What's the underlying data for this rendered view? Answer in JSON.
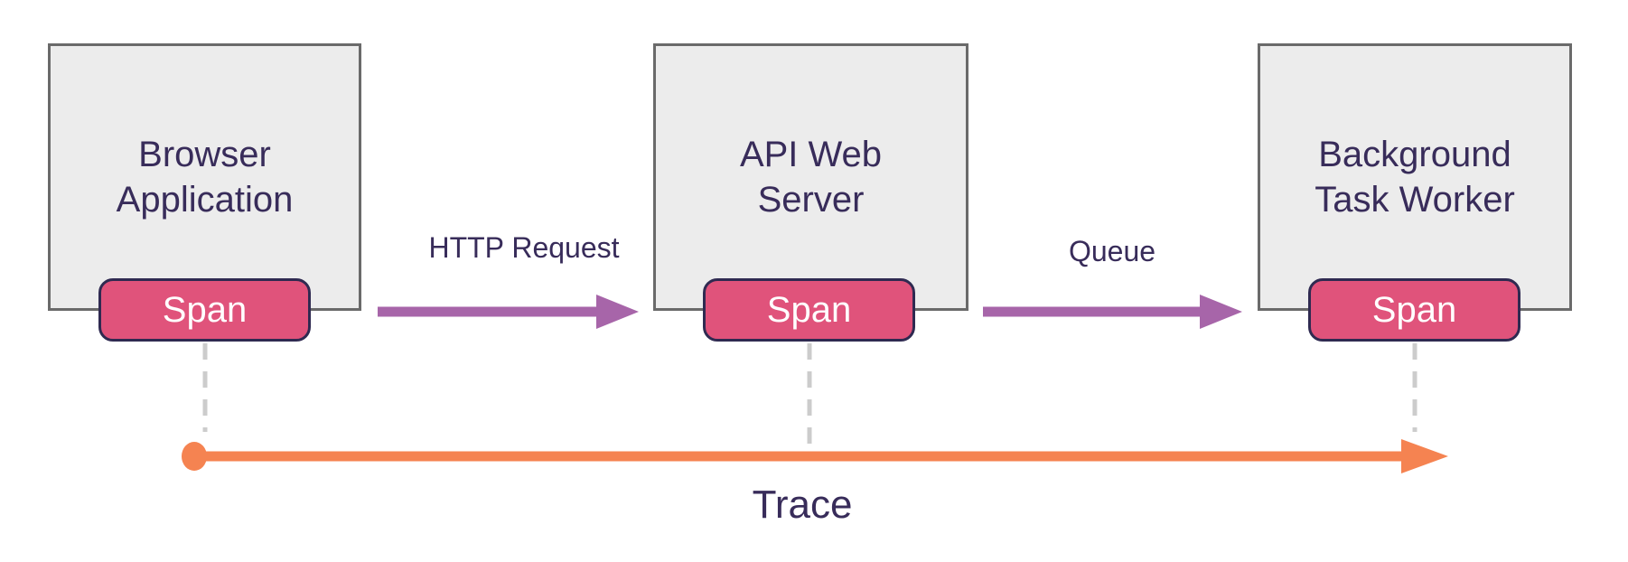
{
  "diagram": {
    "type": "distributed-tracing-flow",
    "nodes": [
      {
        "id": "browser-application",
        "line1": "Browser",
        "line2": "Application",
        "span": "Span"
      },
      {
        "id": "api-web-server",
        "line1": "API Web",
        "line2": "Server",
        "span": "Span"
      },
      {
        "id": "background-task-worker",
        "line1": "Background",
        "line2": "Task Worker",
        "span": "Span"
      }
    ],
    "edges": [
      {
        "from": "browser-application",
        "to": "api-web-server",
        "label": "HTTP Request"
      },
      {
        "from": "api-web-server",
        "to": "background-task-worker",
        "label": "Queue"
      }
    ],
    "trace_label": "Trace",
    "colors": {
      "background": "#ffffff",
      "node_fill": "#ececec",
      "node_border": "#6a6a6a",
      "text": "#382c5a",
      "span_fill": "#e0537b",
      "span_border": "#2f2a51",
      "span_text": "#ffffff",
      "edge_arrow": "#a765a9",
      "trace_arrow": "#f58351",
      "dashed_connector": "#cccccc"
    }
  }
}
